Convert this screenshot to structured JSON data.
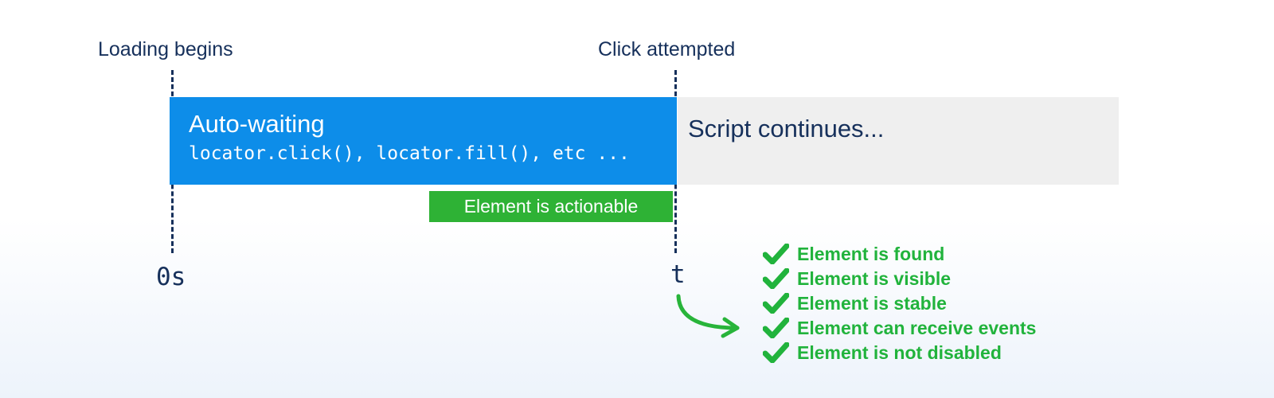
{
  "diagram": {
    "markers": {
      "loading_label": "Loading begins",
      "click_label": "Click attempted",
      "tick_start": "0s",
      "tick_end": "t"
    },
    "auto_waiting_bar": {
      "title": "Auto-waiting",
      "code": "locator.click(), locator.fill(), etc ..."
    },
    "script_bar": {
      "label": "Script continues..."
    },
    "actionable_badge": {
      "label": "Element is actionable"
    },
    "checklist": {
      "items": [
        "Element is found",
        "Element is visible",
        "Element is stable",
        "Element can receive events",
        "Element is not disabled"
      ]
    },
    "icons": {
      "checkmark": "check-icon",
      "arrow": "curved-arrow-icon"
    },
    "colors": {
      "navy_text": "#16305b",
      "auto_waiting_blue": "#0d8de9",
      "script_gray": "#efefef",
      "badge_green": "#2eb235",
      "checklist_green": "#21b33c",
      "background_bottom": "#edf3fb"
    }
  }
}
